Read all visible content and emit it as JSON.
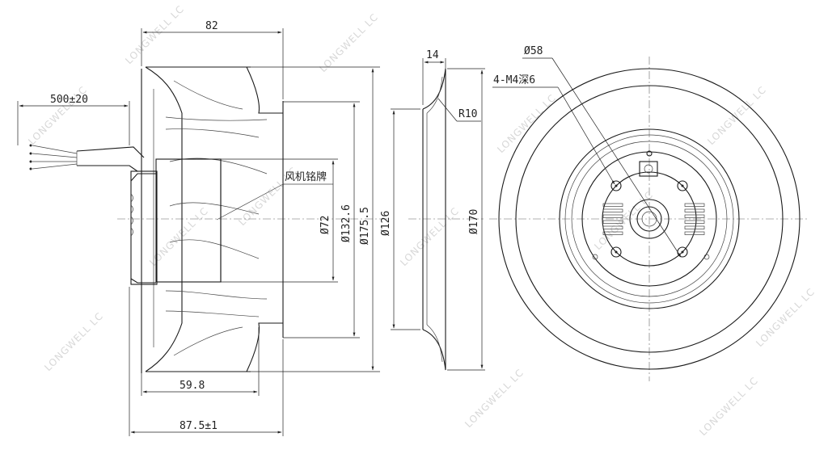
{
  "watermark": "LONGWELL LC",
  "side_view": {
    "dim_overall_width": "82",
    "dim_cable_length": "500±20",
    "dim_hub_dia": "Ø72",
    "dim_inlet_dia": "Ø132.6",
    "dim_outer_dia": "Ø175.5",
    "dim_base_width": "59.8",
    "dim_total_width": "87.5±1",
    "nameplate_label": "风机铭牌"
  },
  "inlet_ring": {
    "dim_thickness": "14",
    "dim_radius": "R10",
    "dim_inner_dia": "Ø126",
    "dim_outer_dia": "Ø170"
  },
  "front_view": {
    "dim_bolt_circle": "Ø58",
    "dim_holes": "4-M4深6"
  }
}
